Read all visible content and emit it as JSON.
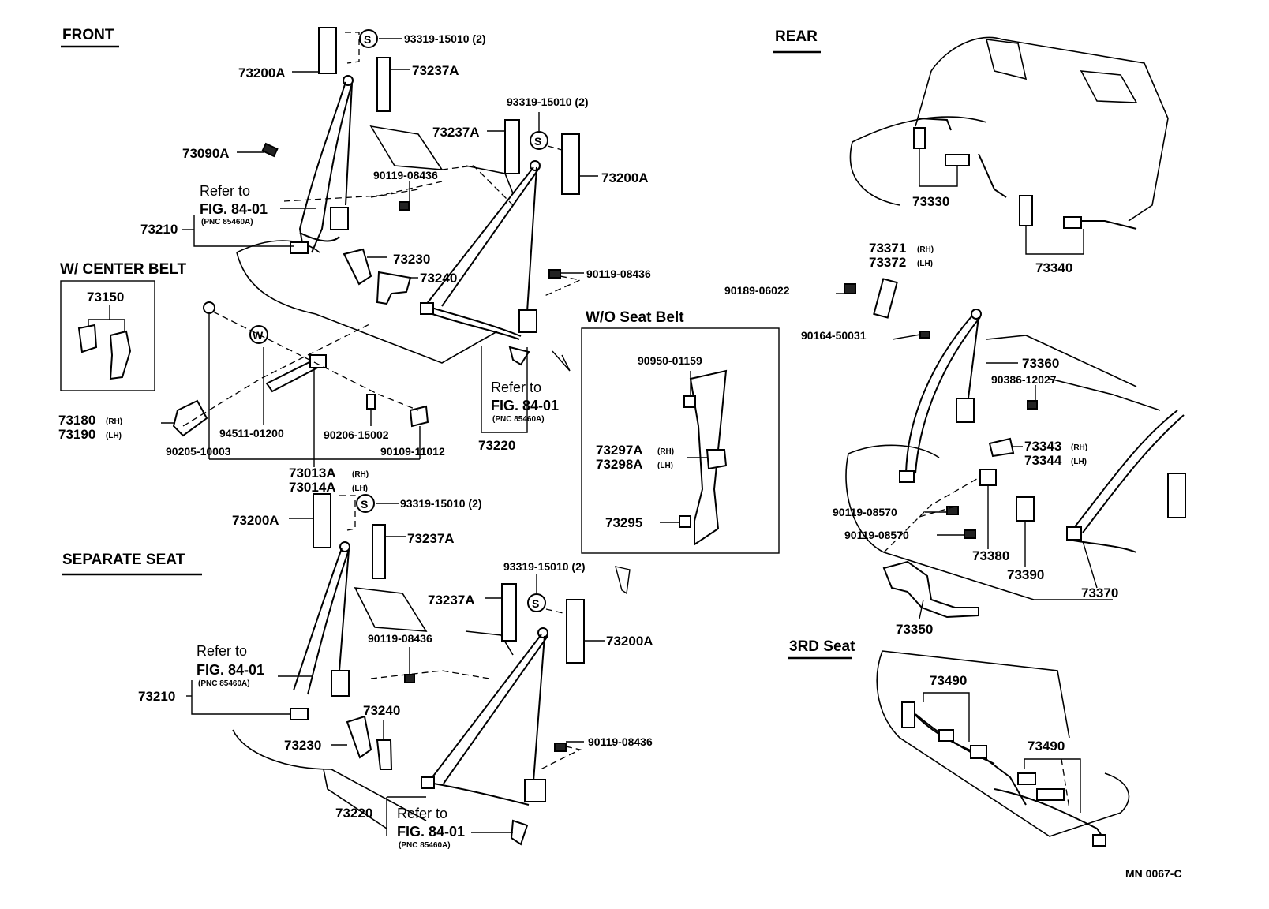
{
  "sections": {
    "front": "FRONT",
    "rear": "REAR",
    "center_belt": "W/ CENTER BELT",
    "separate_seat": "SEPARATE SEAT",
    "wo_seat_belt": "W/O Seat Belt",
    "third_seat": "3RD Seat"
  },
  "symbols": {
    "s": "S",
    "w": "W"
  },
  "refer": {
    "line1": "Refer to",
    "line2": "FIG. 84-01",
    "line3": "(PNC 85460A)"
  },
  "suffix": {
    "rh": "(RH)",
    "lh": "(LH)"
  },
  "front_parts": {
    "p93319_a": "93319-15010 (2)",
    "p73200a_a": "73200A",
    "p73237a_a": "73237A",
    "p73090a": "73090A",
    "p73210_a": "73210",
    "p73230_a": "73230",
    "p73240_a": "73240",
    "p93319_b": "93319-15010 (2)",
    "p73237a_b": "73237A",
    "p90119_a": "90119-08436",
    "p73200a_b": "73200A",
    "p90119_b": "90119-08436",
    "p73220_a": "73220",
    "p73150": "73150",
    "p73180": "73180",
    "p73190": "73190",
    "p90205": "90205-10003",
    "p94511": "94511-01200",
    "p90206": "90206-15002",
    "p90109": "90109-11012",
    "p73013a": "73013A",
    "p73014a": "73014A"
  },
  "separate_parts": {
    "p73200a_c": "73200A",
    "p93319_c": "93319-15010 (2)",
    "p73237a_c": "73237A",
    "p93319_d": "93319-15010 (2)",
    "p73237a_d": "73237A",
    "p90119_c": "90119-08436",
    "p73200a_d": "73200A",
    "p73210_b": "73210",
    "p73240_b": "73240",
    "p73230_b": "73230",
    "p90119_d": "90119-08436",
    "p73220_b": "73220"
  },
  "wo_parts": {
    "p90950": "90950-01159",
    "p73297a": "73297A",
    "p73298a": "73298A",
    "p73295": "73295"
  },
  "rear_parts": {
    "p73330": "73330",
    "p73340": "73340",
    "p73371": "73371",
    "p73372": "73372",
    "p90189": "90189-06022",
    "p90164": "90164-50031",
    "p73360": "73360",
    "p90386": "90386-12027",
    "p73343": "73343",
    "p73344": "73344",
    "p90119_e": "90119-08570",
    "p90119_f": "90119-08570",
    "p73380": "73380",
    "p73390": "73390",
    "p73370": "73370",
    "p73350": "73350",
    "p73490_a": "73490",
    "p73490_b": "73490"
  },
  "footer": {
    "code": "MN  0067-C"
  }
}
